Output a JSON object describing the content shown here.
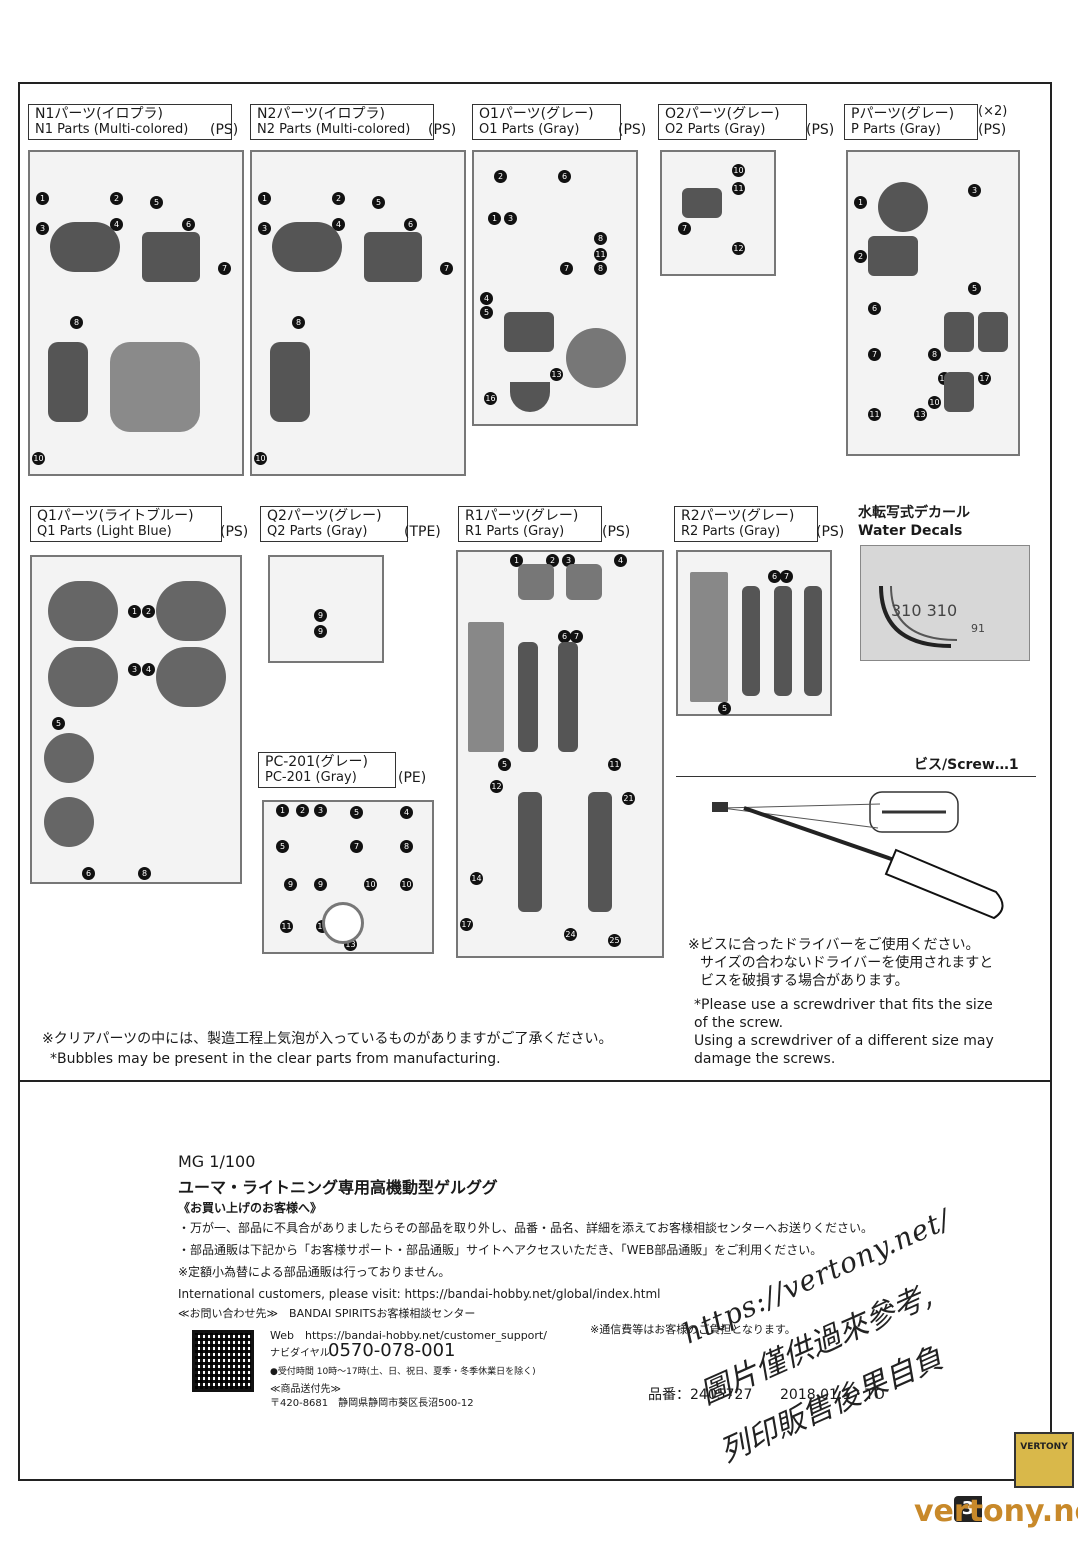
{
  "sections": [
    {
      "id": "n1",
      "jp": "N1パーツ(イロプラ)",
      "en": "N1 Parts (Multi-colored)",
      "material": "(PS)"
    },
    {
      "id": "n2",
      "jp": "N2パーツ(イロプラ)",
      "en": "N2 Parts (Multi-colored)",
      "material": "(PS)"
    },
    {
      "id": "o1",
      "jp": "O1パーツ(グレー)",
      "en": "O1 Parts (Gray)",
      "material": "(PS)"
    },
    {
      "id": "o2",
      "jp": "O2パーツ(グレー)",
      "en": "O2 Parts (Gray)",
      "material": "(PS)"
    },
    {
      "id": "p",
      "jp": "Pパーツ(グレー)",
      "en": "P Parts (Gray)",
      "material": "(PS)",
      "multiplier": "(×2)"
    },
    {
      "id": "q1",
      "jp": "Q1パーツ(ライトブルー)",
      "en": "Q1 Parts (Light Blue)",
      "material": "(PS)"
    },
    {
      "id": "q2",
      "jp": "Q2パーツ(グレー)",
      "en": "Q2 Parts (Gray)",
      "material": "(TPE)"
    },
    {
      "id": "r1",
      "jp": "R1パーツ(グレー)",
      "en": "R1 Parts (Gray)",
      "material": "(PS)"
    },
    {
      "id": "r2",
      "jp": "R2パーツ(グレー)",
      "en": "R2 Parts (Gray)",
      "material": "(PS)"
    },
    {
      "id": "pc",
      "jp": "PC-201(グレー)",
      "en": "PC-201 (Gray)",
      "material": "(PE)"
    }
  ],
  "decals": {
    "jp": "水転写式デカール",
    "en": "Water Decals"
  },
  "screw": {
    "label": "ビス/Screw…1"
  },
  "screw_notes": {
    "jp1": "※ビスに合ったドライバーをご使用ください。",
    "jp2": "サイズの合わないドライバーを使用されますと",
    "jp3": "ビスを破損する場合があります。",
    "en1": "*Please use a screwdriver that fits the size",
    "en2": "of the screw.",
    "en3": "Using a screwdriver of a different size may",
    "en4": "damage the screws."
  },
  "clear_notes": {
    "jp": "※クリアパーツの中には、製造工程上気泡が入っているものがありますがご了承ください。",
    "en": "*Bubbles may be present in the clear parts from manufacturing."
  },
  "footer": {
    "scale": "MG 1/100",
    "product": "ユーマ・ライトニング専用高機動型ゲルググ",
    "to_customers": "《お買い上げのお客様へ》",
    "line1": "・万が一、部品に不具合がありましたらその部品を取り外し、品番・品名、詳細を添えてお客様相談センターへお送りください。",
    "line2": "・部品通販は下記から「お客様サポート・部品通販」サイトへアクセスいただき、「WEB部品通販」をご利用ください。",
    "line3": "※定額小為替による部品通販は行っておりません。",
    "intl": "International customers, please visit: https://bandai-hobby.net/global/index.html",
    "contact": "≪お問い合わせ先≫　BANDAI SPIRITSお客様相談センター",
    "web": "Web　https://bandai-hobby.net/customer_support/",
    "navi_label": "ナビダイヤル",
    "phone": "0570-078-001",
    "hours": "●受付時間 10時～17時(土、日、祝日、夏季・冬季休業日を除く)",
    "ship_label": "≪商品送付先≫",
    "address": "〒420-8681　静岡県静岡市葵区長沼500-12",
    "postage": "※通信費等はお客様のご負担となります。",
    "item_no": "品番：2405727",
    "date": "2018.01.1・TO"
  },
  "watermark": {
    "url": "https://vertony.net/",
    "cn1": "圖片僅供過來參考,",
    "cn2": "列印販售後果自負",
    "brand": "vertony.net",
    "logo": "VERTONY"
  },
  "page_number": "3"
}
